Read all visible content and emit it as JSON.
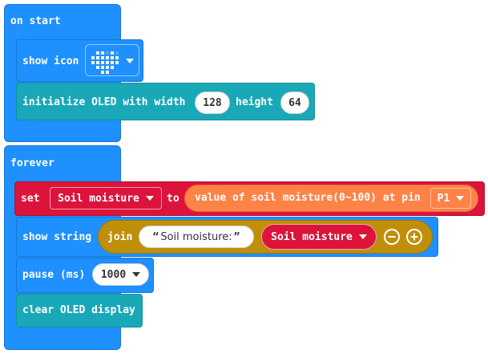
{
  "on_start": {
    "hat_label": "on start",
    "show_icon": {
      "label": "show icon",
      "icon": "heart-icon"
    },
    "oled_init": {
      "label_width": "initialize OLED with width",
      "width_value": "128",
      "label_height": "height",
      "height_value": "64"
    }
  },
  "forever": {
    "hat_label": "forever",
    "set_block": {
      "label_set": "set",
      "variable": "Soil moisture",
      "label_to": "to",
      "reporter_label": "value of soil moisture(0~100) at pin",
      "pin": "P1"
    },
    "show_string": {
      "label": "show string",
      "join_label": "join",
      "string_value": "Soil moisture:",
      "variable": "Soil moisture"
    },
    "pause": {
      "label": "pause (ms)",
      "value": "1000"
    },
    "clear_oled": {
      "label": "clear OLED display"
    }
  },
  "colors": {
    "basic_blue": "#1e90ff",
    "oled_teal": "#19a8b8",
    "variables_red": "#dc143c",
    "sensor_orange": "#ff8247",
    "text_gold": "#c08f0a"
  }
}
